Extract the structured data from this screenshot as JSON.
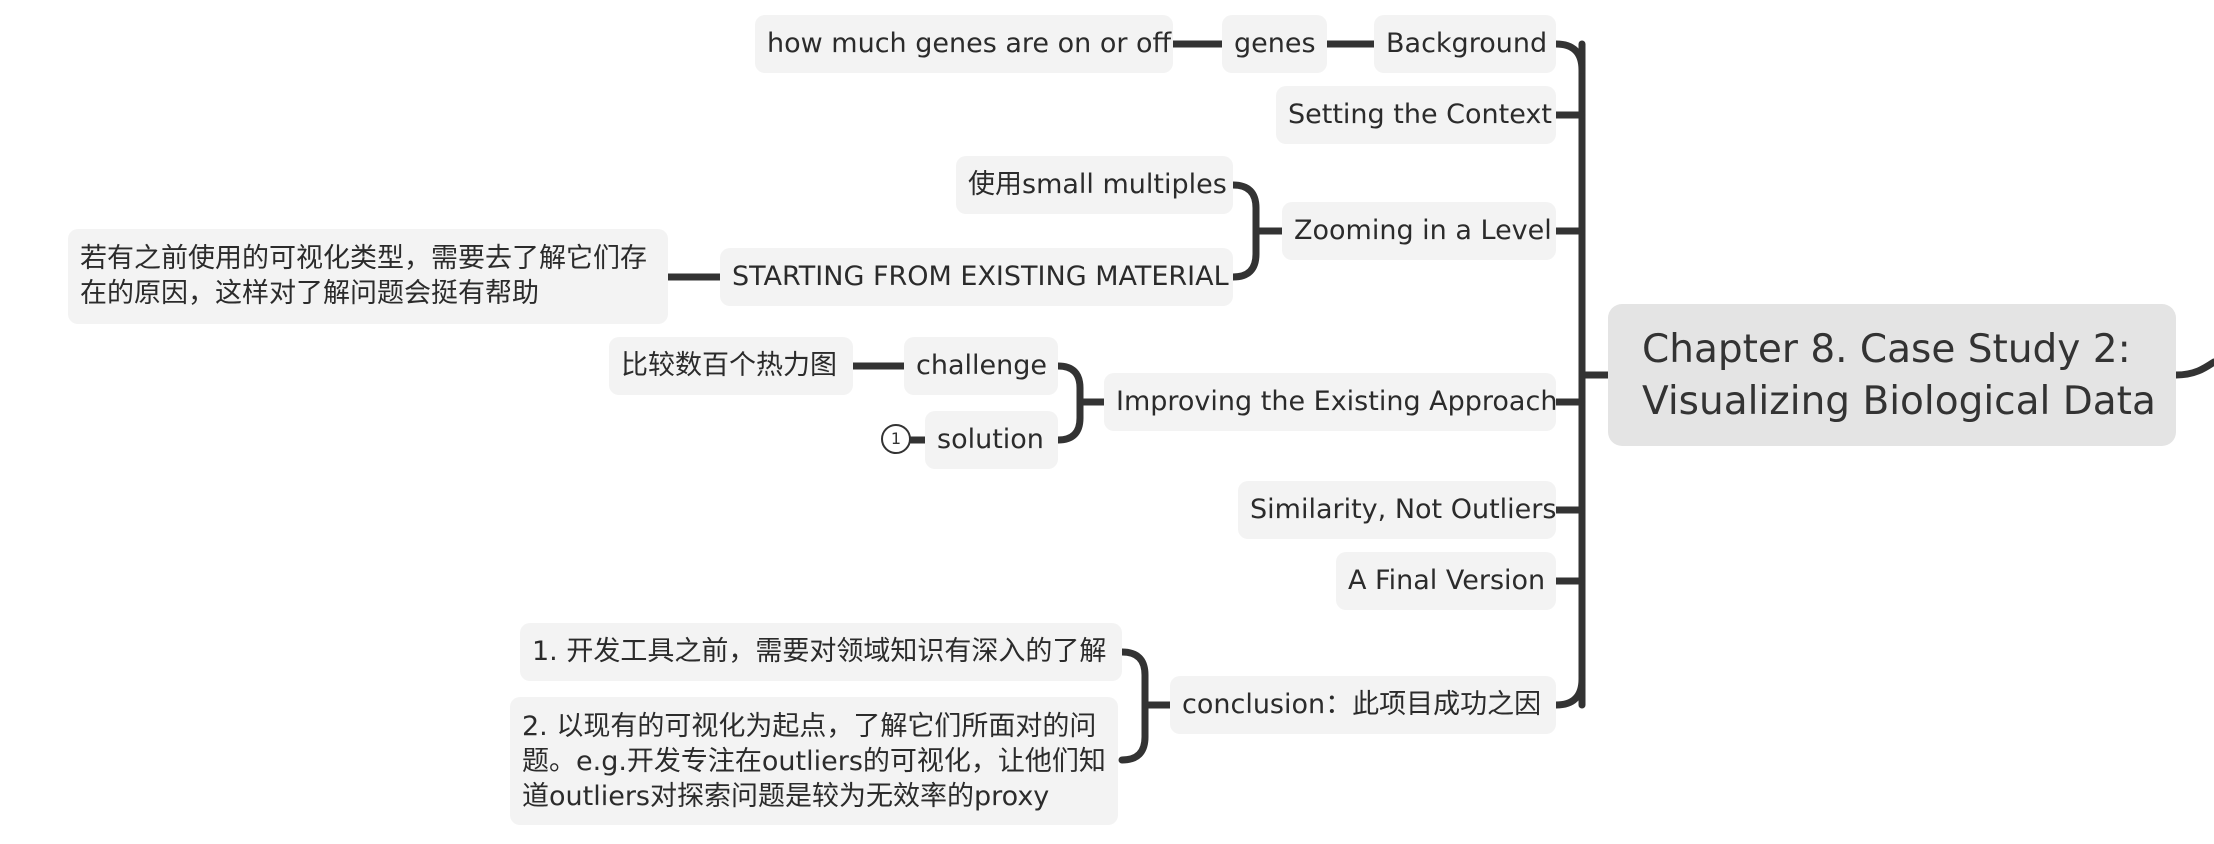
{
  "central_topic": {
    "line1": "Chapter 8. Case Study 2:",
    "line2": "Visualizing Biological Data"
  },
  "topics": {
    "background": "Background",
    "genes": "genes",
    "genes_detail": "how much genes are on or off",
    "setting_context": "Setting the Context",
    "zooming": "Zooming in a Level",
    "small_multiples": "使用small multiples",
    "starting_material": "STARTING FROM EXISTING MATERIAL",
    "starting_material_note": "若有之前使用的可视化类型，需要去了解它们存在的原因，这样对了解问题会挺有帮助",
    "improving": "Improving the Existing Approach",
    "challenge": "challenge",
    "challenge_detail": "比较数百个热力图",
    "solution": "solution",
    "solution_marker": "1",
    "similarity": "Similarity, Not Outliers",
    "final_version": "A Final Version",
    "conclusion": "conclusion：此项目成功之因",
    "conclusion_point1": "1. 开发工具之前，需要对领域知识有深入的了解",
    "conclusion_point2": "2. 以现有的可视化为起点，了解它们所面对的问题。e.g.开发专注在outliers的可视化，让他们知道outliers对探索问题是较为无效率的proxy"
  },
  "colors": {
    "connector": "#333333",
    "node_fill": "#f3f3f3",
    "central_fill": "#e4e4e4",
    "text": "#2b2b2b"
  }
}
